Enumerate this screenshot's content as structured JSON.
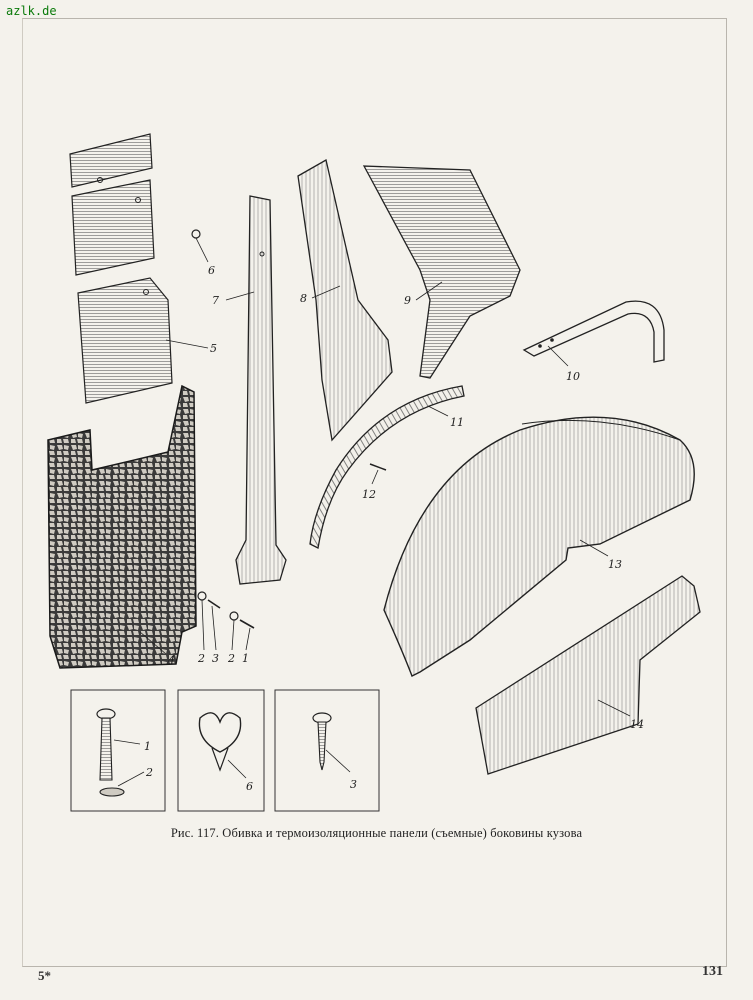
{
  "watermark": "azlk.de",
  "caption": "Рис. 117. Обивка и термоизоляционные панели (съемные) боковины кузова",
  "page": {
    "number": "131",
    "signature": "5*"
  },
  "callouts": {
    "c1": "1",
    "c2": "2",
    "c3": "3",
    "c4": "4",
    "c5": "5",
    "c6": "6",
    "c7": "7",
    "c8": "8",
    "c9": "9",
    "c10": "10",
    "c11": "11",
    "c12": "12",
    "c13": "13",
    "c14": "14"
  },
  "insets": {
    "screw_washer": {
      "labels": [
        "1",
        "2"
      ]
    },
    "clip": {
      "labels": [
        "6"
      ]
    },
    "screw": {
      "labels": [
        "3"
      ]
    }
  }
}
